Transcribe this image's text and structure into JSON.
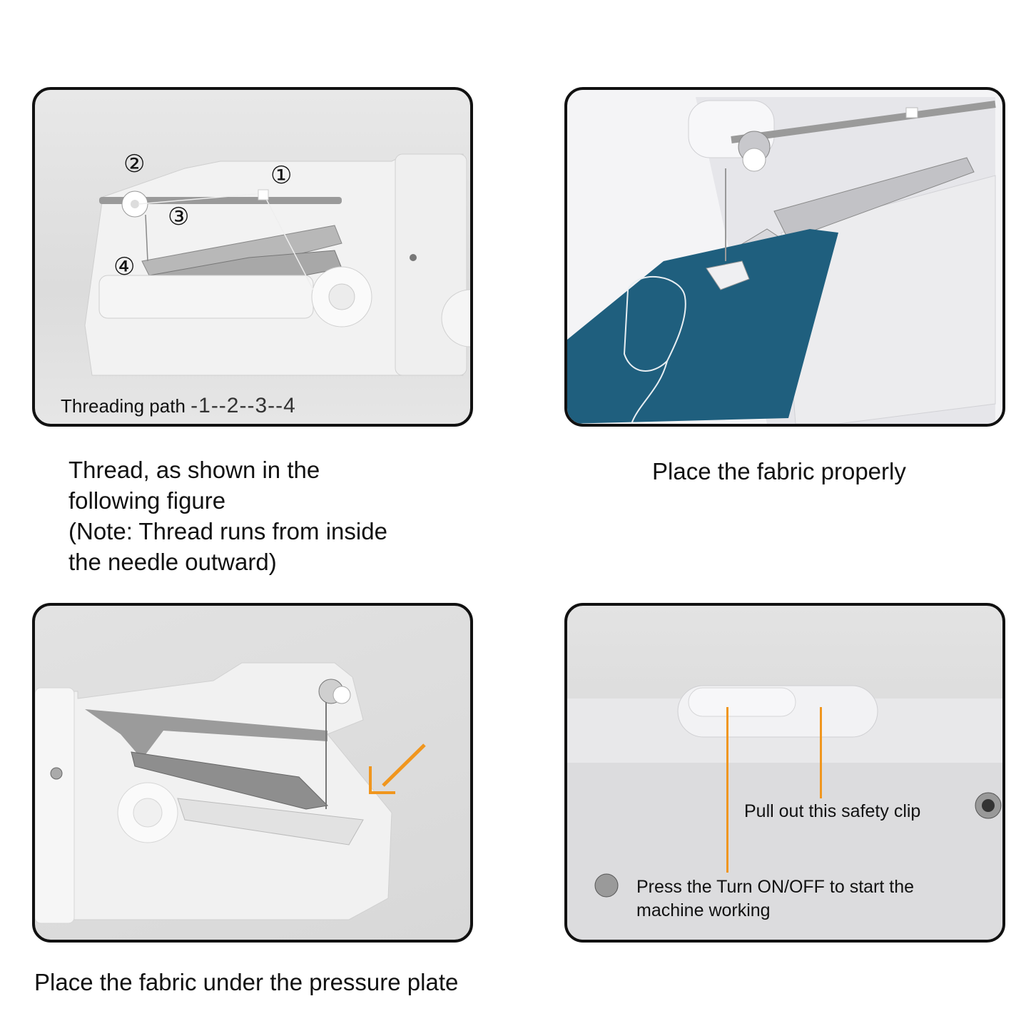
{
  "panels": [
    {
      "id": "threading",
      "overlay_label": "Threading path",
      "overlay_sequence": "-1--2--3--4",
      "markers": [
        "①",
        "②",
        "③",
        "④"
      ],
      "caption": "Thread, as shown in the\nfollowing figure\n(Note: Thread runs from inside\nthe needle outward)"
    },
    {
      "id": "place-fabric",
      "caption": "Place the fabric properly",
      "fabric_color": "#1f5f7e"
    },
    {
      "id": "pressure-plate",
      "caption": "Place the fabric under the pressure plate",
      "arrow_color": "#f0961e"
    },
    {
      "id": "safety-clip",
      "annotation_clip": "Pull out this safety clip",
      "annotation_switch": "Press the Turn ON/OFF to start the\nmachine working",
      "line_color": "#f0961e"
    }
  ]
}
